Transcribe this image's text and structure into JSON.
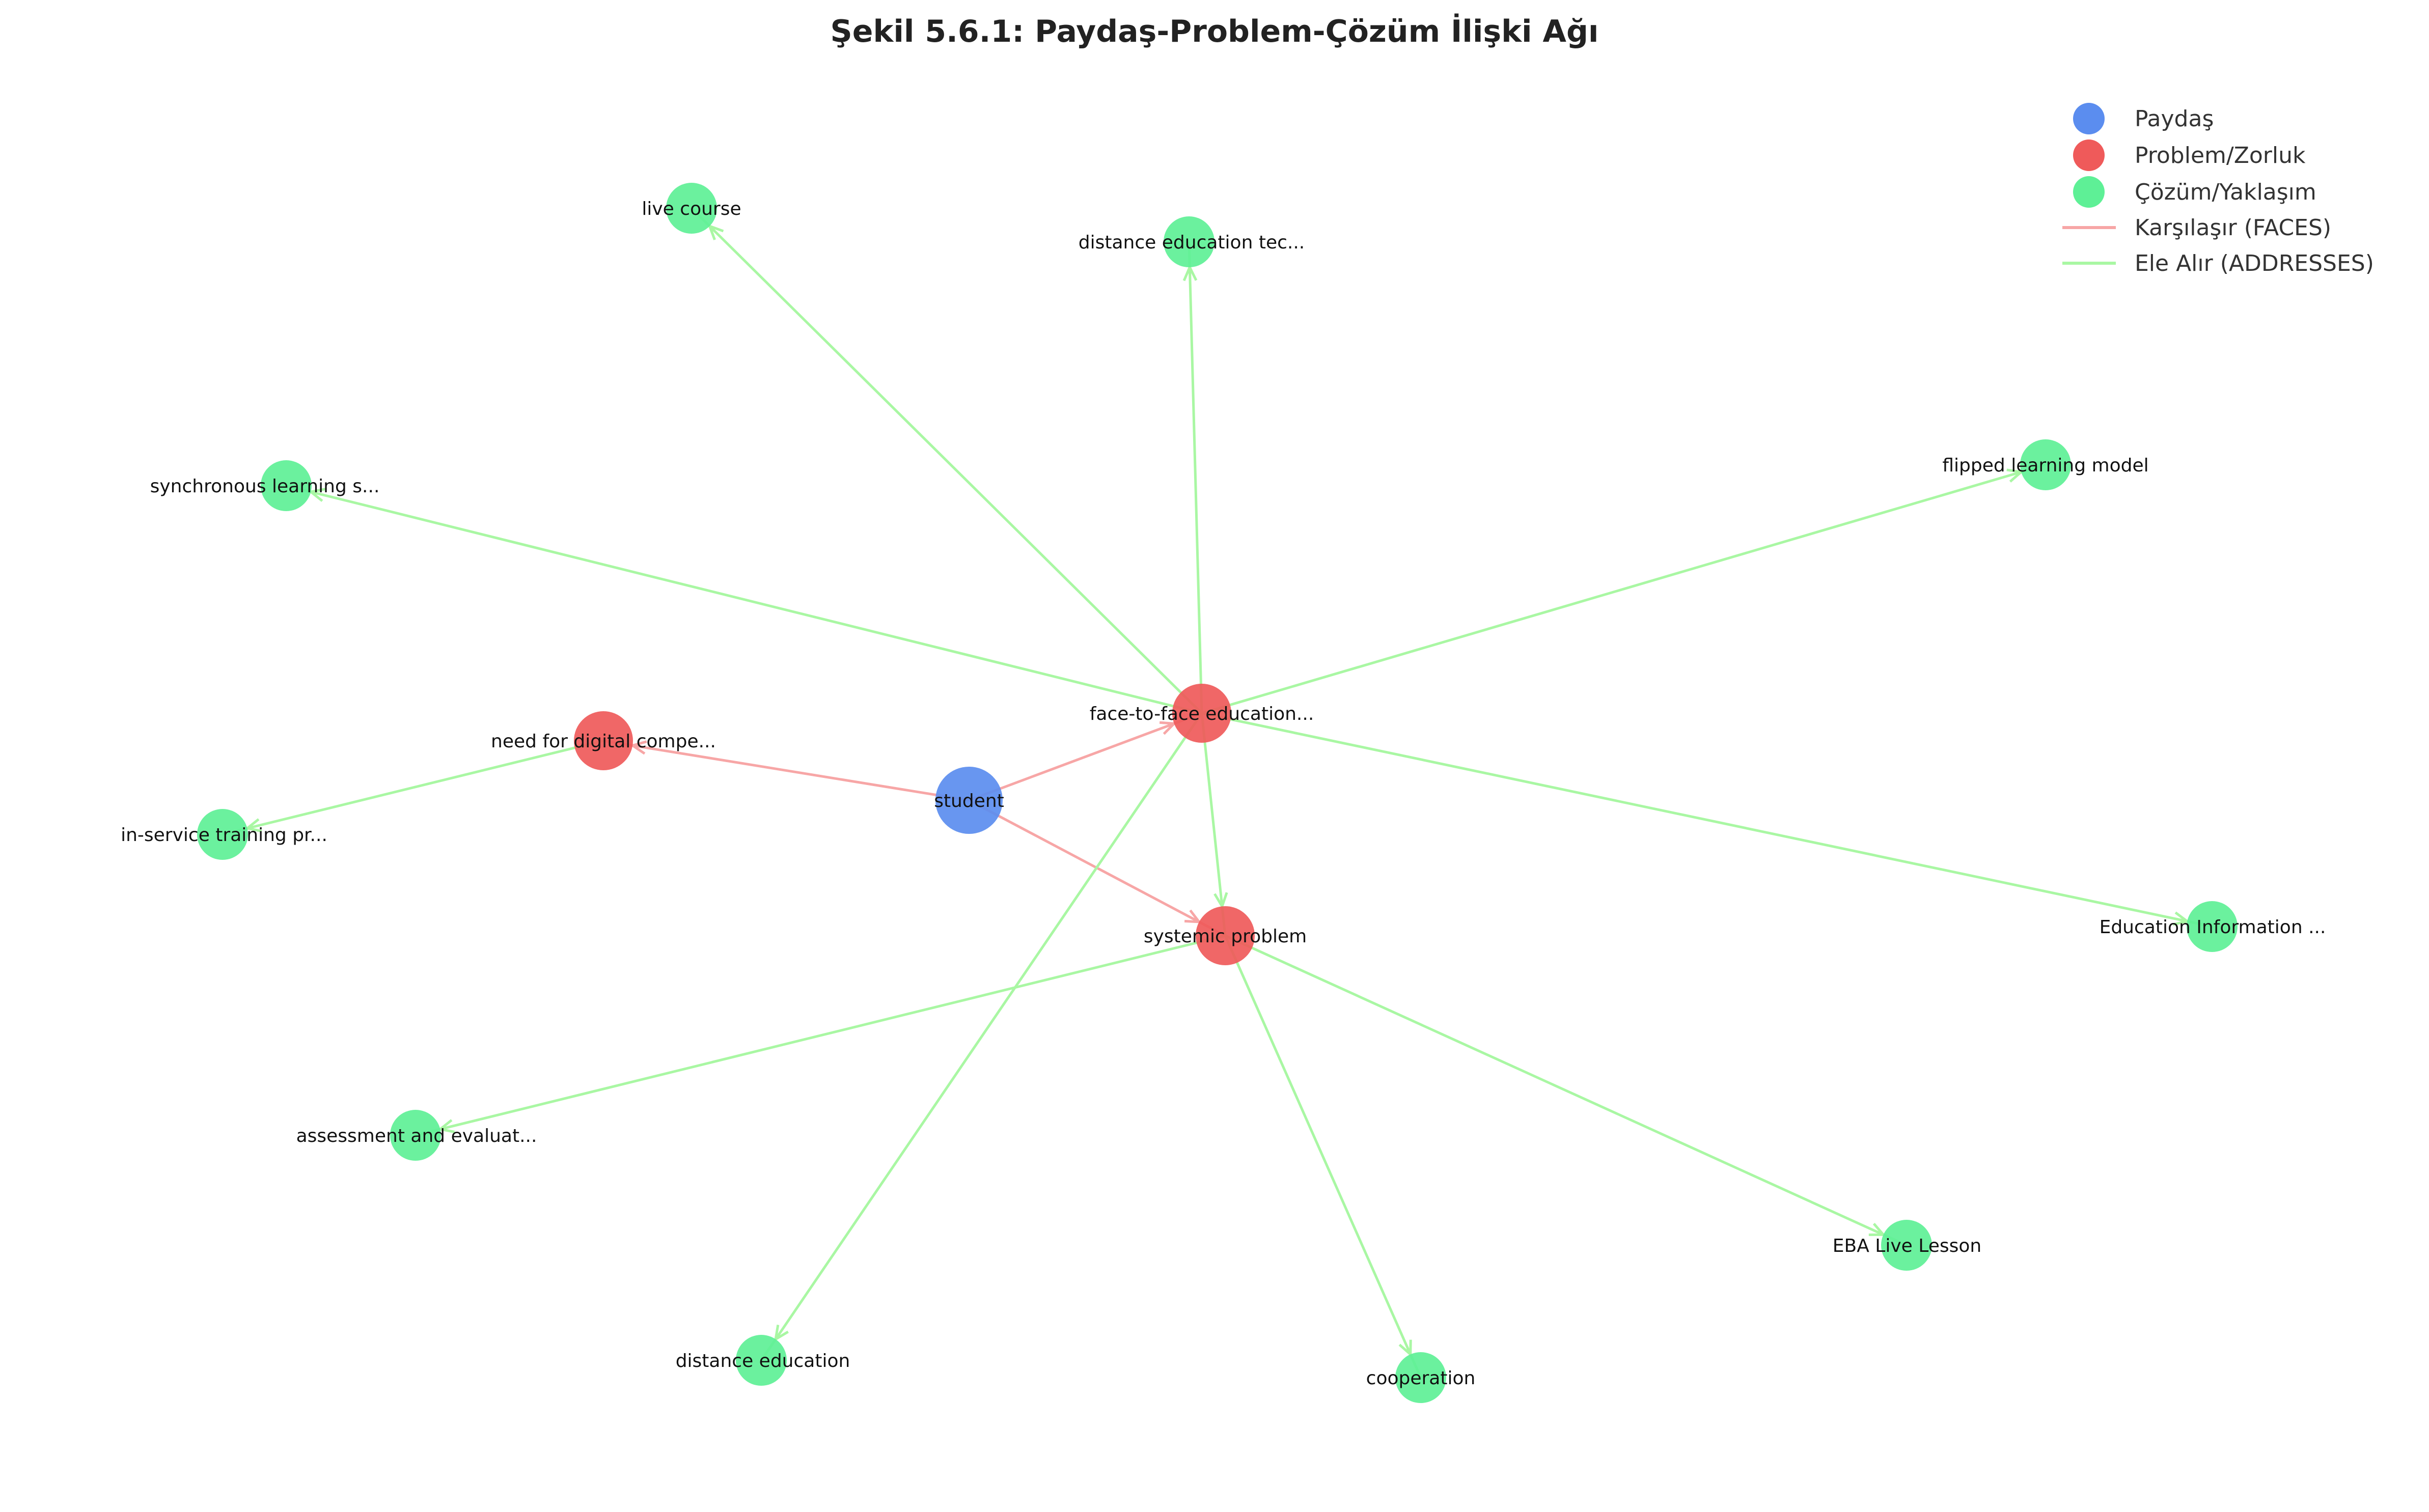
{
  "title": "Şekil 5.6.1: Paydaş-Problem-Çözüm İlişki Ağı",
  "colors": {
    "stakeholder": "#5b8def",
    "problem": "#ef5a5a",
    "solution": "#5ef096",
    "faces_edge": "#f7a6a6",
    "addresses_edge": "#a9f7a3"
  },
  "legend": {
    "stakeholder": "Paydaş",
    "problem": "Problem/Zorluk",
    "solution": "Çözüm/Yaklaşım",
    "faces": "Karşılaşır (FACES)",
    "addresses": "Ele Alır (ADDRESSES)"
  },
  "nodes": [
    {
      "id": "student",
      "label": "student",
      "type": "stakeholder"
    },
    {
      "id": "digital",
      "label": "need for digital compe...",
      "type": "problem"
    },
    {
      "id": "f2f",
      "label": "face-to-face education...",
      "type": "problem"
    },
    {
      "id": "systemic",
      "label": "systemic problem",
      "type": "problem"
    },
    {
      "id": "live",
      "label": "live course",
      "type": "solution"
    },
    {
      "id": "detec",
      "label": "distance education tec...",
      "type": "solution"
    },
    {
      "id": "sync",
      "label": "synchronous learning s...",
      "type": "solution"
    },
    {
      "id": "flipped",
      "label": "flipped learning model",
      "type": "solution"
    },
    {
      "id": "inservice",
      "label": "in-service training pr...",
      "type": "solution"
    },
    {
      "id": "edinfo",
      "label": "Education Information ...",
      "type": "solution"
    },
    {
      "id": "assess",
      "label": "assessment and evaluat...",
      "type": "solution"
    },
    {
      "id": "eba",
      "label": "EBA Live Lesson",
      "type": "solution"
    },
    {
      "id": "dedu",
      "label": "distance education",
      "type": "solution"
    },
    {
      "id": "coop",
      "label": "cooperation",
      "type": "solution"
    }
  ],
  "edges": [
    {
      "from": "student",
      "to": "digital",
      "type": "faces"
    },
    {
      "from": "student",
      "to": "f2f",
      "type": "faces"
    },
    {
      "from": "student",
      "to": "systemic",
      "type": "faces"
    },
    {
      "from": "digital",
      "to": "inservice",
      "type": "addresses"
    },
    {
      "from": "f2f",
      "to": "live",
      "type": "addresses"
    },
    {
      "from": "f2f",
      "to": "detec",
      "type": "addresses"
    },
    {
      "from": "f2f",
      "to": "sync",
      "type": "addresses"
    },
    {
      "from": "f2f",
      "to": "flipped",
      "type": "addresses"
    },
    {
      "from": "f2f",
      "to": "edinfo",
      "type": "addresses"
    },
    {
      "from": "f2f",
      "to": "dedu",
      "type": "addresses"
    },
    {
      "from": "f2f",
      "to": "systemic",
      "type": "addresses"
    },
    {
      "from": "systemic",
      "to": "assess",
      "type": "addresses"
    },
    {
      "from": "systemic",
      "to": "eba",
      "type": "addresses"
    },
    {
      "from": "systemic",
      "to": "coop",
      "type": "addresses"
    }
  ]
}
